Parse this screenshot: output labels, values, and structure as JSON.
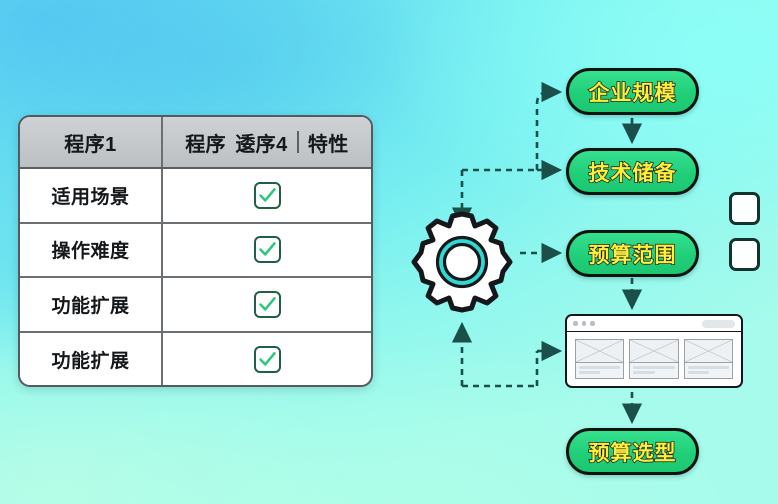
{
  "background": {
    "gradient_from": "#57c9f2",
    "gradient_to": "#a6fbec",
    "style": "cyan-to-mint radial gradient"
  },
  "table": {
    "name": "comparison-table",
    "header": {
      "left_label": "程序1",
      "right_label_a": "程序",
      "right_label_b": "逶序4",
      "right_label_c": "特性",
      "divider": "|"
    },
    "rows": [
      {
        "label": "适用场景",
        "checked": true
      },
      {
        "label": "操作难度",
        "checked": true
      },
      {
        "label": "功能扩展",
        "checked": true
      },
      {
        "label": "功能扩展",
        "checked": true
      }
    ],
    "check_icon": "checkmark-icon",
    "check_color": "#2fc77e",
    "check_border_color": "#1f5f43",
    "header_bg": "#c6cacd",
    "border_color": "#555a5e"
  },
  "flow": {
    "hub": {
      "icon": "gear-icon",
      "body_color": "#ffffff",
      "outline_color": "#14181a",
      "inner_ring_color": "#2fd8d2"
    },
    "pills": [
      {
        "label": "企业规模",
        "id": "pill-enterprise-scale"
      },
      {
        "label": "技术储备",
        "id": "pill-tech-reserve"
      },
      {
        "label": "预算范围",
        "id": "pill-budget-range"
      },
      {
        "label": "预算选型",
        "id": "pill-budget-selection"
      }
    ],
    "pill_fill": "#22cf7a",
    "pill_text_color": "#ffef3a",
    "pill_outline": "#0e1511",
    "connector_style": "dashed",
    "connector_color": "#1b4f4a",
    "browser_mock": {
      "id": "browser-window-mock",
      "traffic_dots": 3,
      "address_bar": true,
      "cards": 3
    },
    "aux_boxes": [
      {
        "id": "aux-checkbox-1",
        "checked": false
      },
      {
        "id": "aux-checkbox-2",
        "checked": false
      }
    ]
  }
}
